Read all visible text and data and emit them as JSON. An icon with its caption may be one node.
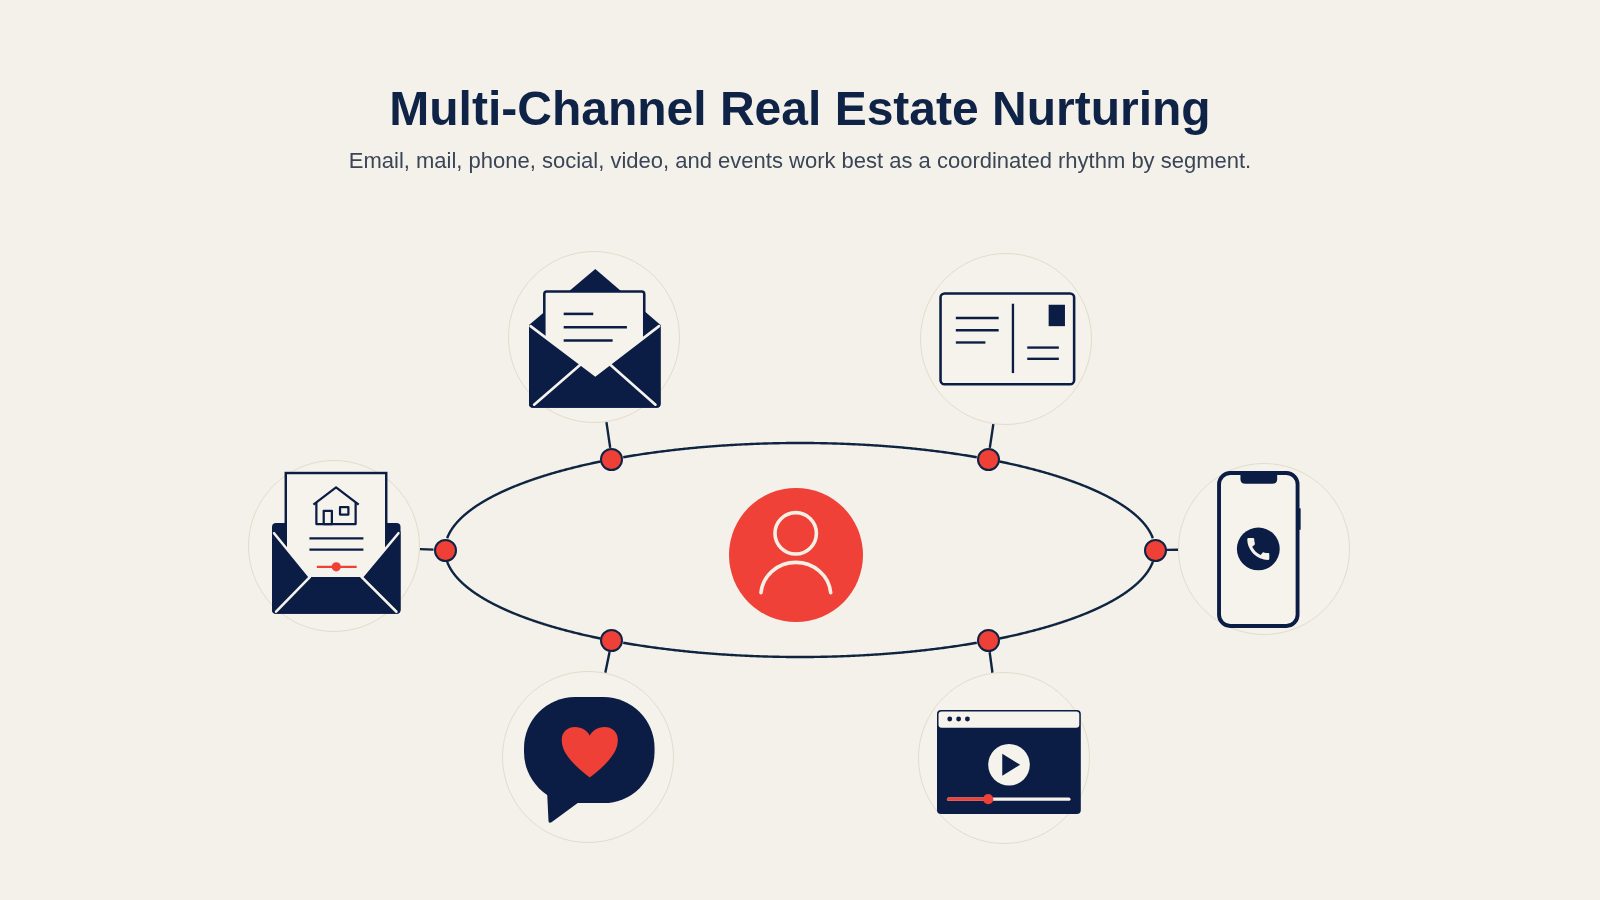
{
  "diagram": {
    "title": "Multi-Channel Real Estate Nurturing",
    "nodes": [
      {
        "text": [],
        "shape": "person"
      },
      {
        "text": [],
        "shape": "picture"
      },
      {
        "text": [],
        "shape": "picture"
      },
      {
        "text": [],
        "shape": "picture"
      },
      {
        "text": [],
        "shape": "picture"
      },
      {
        "text": [],
        "shape": "picture"
      },
      {
        "text": [],
        "shape": "picture"
      },
      {
        "text": [],
        "shape": "circle"
      },
      {
        "text": [],
        "shape": "circle"
      },
      {
        "text": [],
        "shape": "circle"
      },
      {
        "text": [],
        "shape": "circle"
      },
      {
        "text": [],
        "shape": "circle"
      },
      {
        "text": [],
        "shape": "circle"
      }
    ],
    "edges": [
      {
        "from": 7,
        "to": 1,
        "arrow": "none"
      },
      {
        "from": 8,
        "to": 2,
        "arrow": "none"
      },
      {
        "from": 9,
        "to": 3,
        "arrow": "none"
      },
      {
        "from": 10,
        "to": 4,
        "arrow": "none"
      },
      {
        "from": 11,
        "to": 5,
        "arrow": "none"
      },
      {
        "from": 12,
        "to": 6,
        "arrow": "none"
      },
      {
        "from": 7,
        "to": 8,
        "arrow": "none"
      },
      {
        "from": 8,
        "to": 10,
        "arrow": "none"
      },
      {
        "from": 10,
        "to": 12,
        "arrow": "none"
      },
      {
        "from": 12,
        "to": 11,
        "arrow": "none"
      },
      {
        "from": 11,
        "to": 9,
        "arrow": "none"
      },
      {
        "from": 9,
        "to": 7,
        "arrow": "none"
      }
    ],
    "labels": [
      "Email, mail, phone, social, video, and events work best as a coordinated rhythm by segment."
    ]
  }
}
